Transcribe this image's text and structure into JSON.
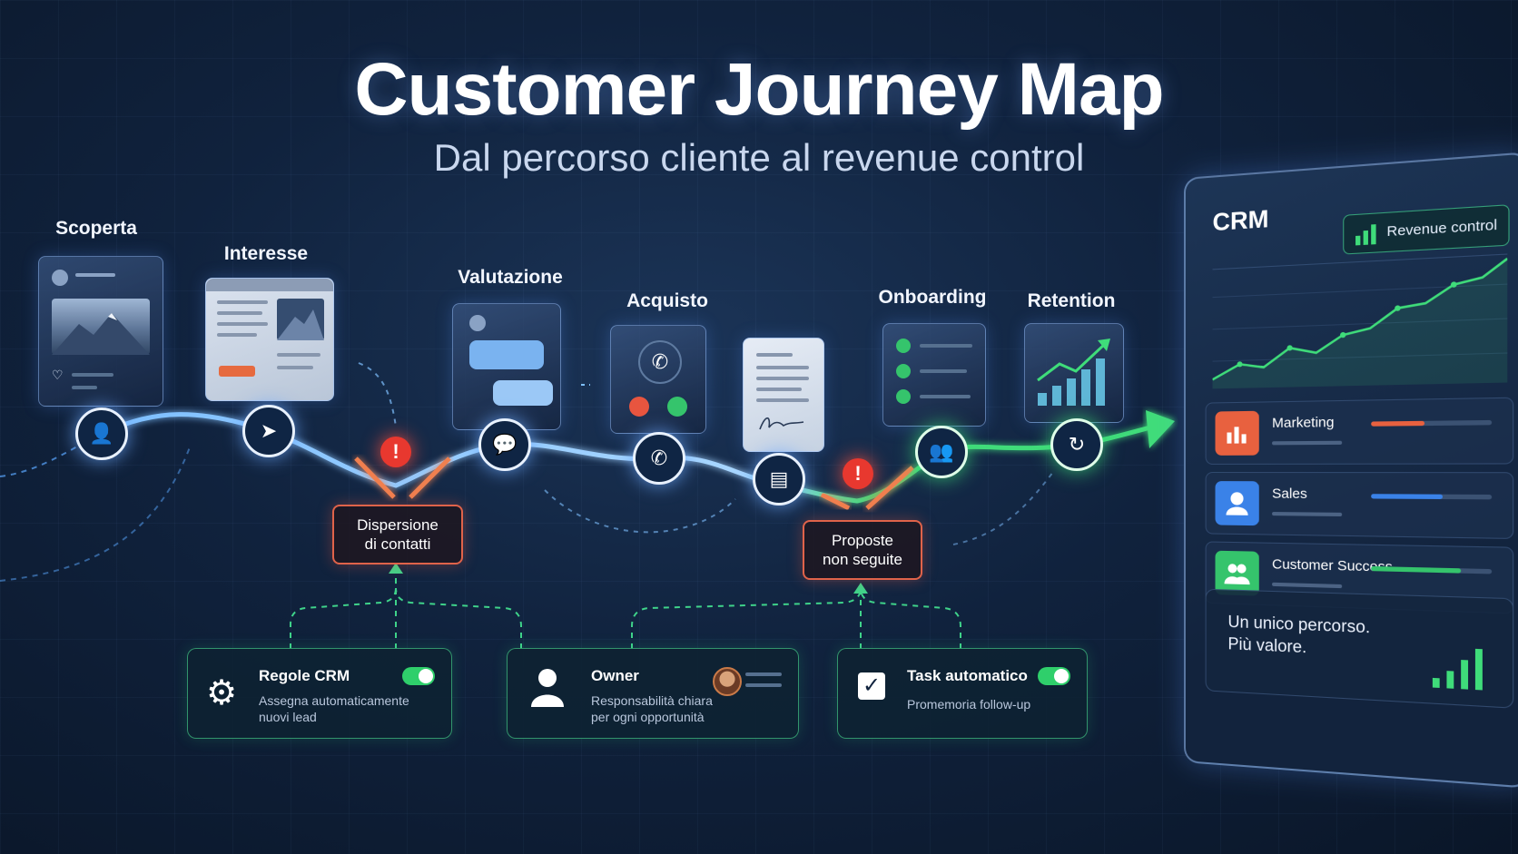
{
  "header": {
    "title": "Customer Journey Map",
    "subtitle": "Dal percorso cliente al revenue control"
  },
  "stages": [
    {
      "label": "Scoperta",
      "icon": "user-icon"
    },
    {
      "label": "Interesse",
      "icon": "cursor-icon"
    },
    {
      "label": "Valutazione",
      "icon": "chat-icon"
    },
    {
      "label": "Acquisto",
      "icon": "phone-icon"
    },
    {
      "label": "Onboarding",
      "icon": "team-icon"
    },
    {
      "label": "Retention",
      "icon": "refresh-icon"
    }
  ],
  "contract_node": {
    "icon": "document-icon"
  },
  "issues": [
    {
      "line1": "Dispersione",
      "line2": "di contatti",
      "icon": "alert-icon"
    },
    {
      "line1": "Proposte",
      "line2": "non seguite",
      "icon": "alert-icon"
    }
  ],
  "solutions": [
    {
      "title": "Regole CRM",
      "desc1": "Assegna automaticamente",
      "desc2": "nuovi lead",
      "icon": "gear-icon",
      "toggle_on": true
    },
    {
      "title": "Owner",
      "desc1": "Responsabilità chiara",
      "desc2": "per ogni opportunità",
      "icon": "person-icon"
    },
    {
      "title": "Task automatico",
      "desc1": "Promemoria follow-up",
      "desc2": "",
      "icon": "checkbox-icon",
      "toggle_on": true
    }
  ],
  "crm": {
    "title": "CRM",
    "badge": "Revenue control",
    "teams": [
      {
        "name": "Marketing",
        "color": "#e8613f",
        "fill": 0.45
      },
      {
        "name": "Sales",
        "color": "#3a82e8",
        "fill": 0.6
      },
      {
        "name": "Customer Success",
        "color": "#35c46c",
        "fill": 0.75
      }
    ],
    "tagline1": "Un unico percorso.",
    "tagline2": "Più valore."
  },
  "colors": {
    "path_blue": "#7fc0ff",
    "path_green": "#3fdc7a",
    "alert_red": "#e8382f",
    "solution_green": "#3fd38a"
  }
}
